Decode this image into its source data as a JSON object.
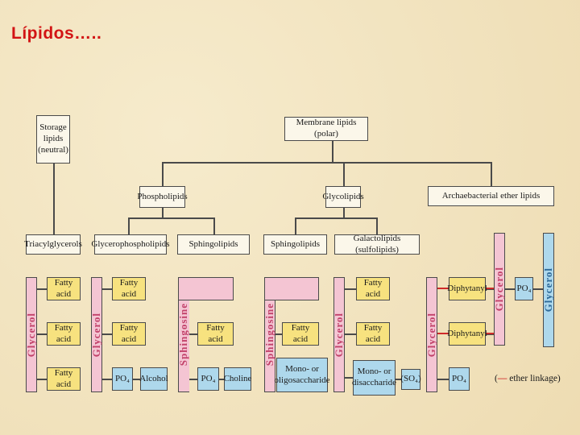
{
  "slide": {
    "title": "Lípidos….."
  },
  "diagram": {
    "storage": "Storage lipids (neutral)",
    "membrane": "Membrane lipids (polar)",
    "phospholipids": "Phospholipids",
    "glycolipids": "Glycolipids",
    "archaebacterial": "Archaebacterial ether lipids",
    "triacylglycerols": "Triacylglycerols",
    "glycerophospholipids": "Glycerophospholipids",
    "sphingolipids_a": "Sphingolipids",
    "sphingolipids_b": "Sphingolipids",
    "galactolipids": "Galactolipids (sulfolipids)",
    "glycerol": "Glycerol",
    "sphingosine": "Sphingosine",
    "fatty_acid": "Fatty acid",
    "po4": "PO₄",
    "alcohol": "Alcohol",
    "choline": "Choline",
    "mono_oligo": "Mono- or oligosaccharide",
    "mono_di": "Mono- or disaccharide",
    "so4": "(SO₄)",
    "diphytanyl": "Diphytanyl",
    "legend_dash": "—",
    "legend_text": "ether linkage)",
    "legend_open": "("
  },
  "colors": {
    "title": "#d21414",
    "fatty_acid": "#f7e27f",
    "phosphate": "#aed8ec",
    "backbone": "#f4c5d3",
    "ether_linkage": "#cf2a2a"
  }
}
